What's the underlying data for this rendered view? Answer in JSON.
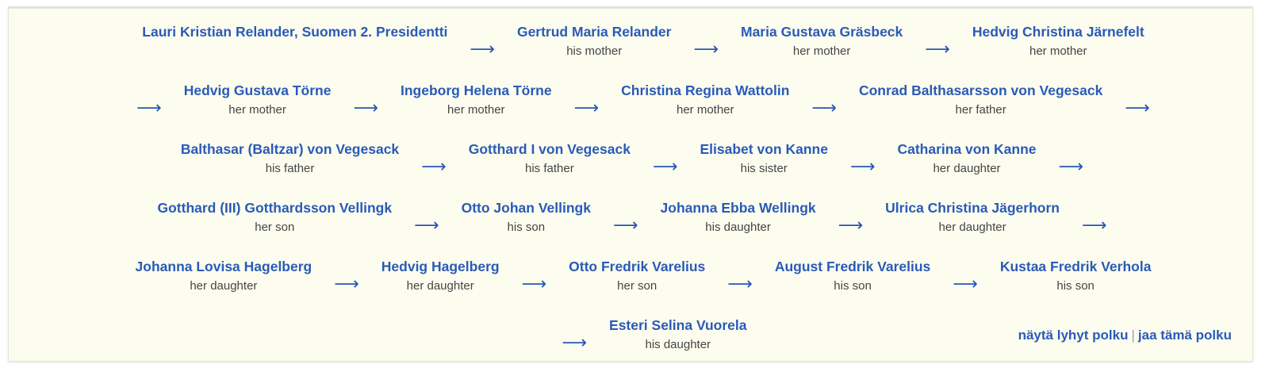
{
  "path": [
    {
      "name": "Lauri Kristian Relander, Suomen 2. Presidentti",
      "relation": ""
    },
    {
      "name": "Gertrud Maria Relander",
      "relation": "his mother"
    },
    {
      "name": "Maria Gustava Gräsbeck",
      "relation": "her mother"
    },
    {
      "name": "Hedvig Christina Järnefelt",
      "relation": "her mother"
    },
    {
      "name": "Hedvig Gustava Törne",
      "relation": "her mother"
    },
    {
      "name": "Ingeborg Helena Törne",
      "relation": "her mother"
    },
    {
      "name": "Christina Regina Wattolin",
      "relation": "her mother"
    },
    {
      "name": "Conrad Balthasarsson von Vegesack",
      "relation": "her father"
    },
    {
      "name": "Balthasar (Baltzar) von Vegesack",
      "relation": "his father"
    },
    {
      "name": "Gotthard I von Vegesack",
      "relation": "his father"
    },
    {
      "name": "Elisabet von Kanne",
      "relation": "his sister"
    },
    {
      "name": "Catharina von Kanne",
      "relation": "her daughter"
    },
    {
      "name": "Gotthard (III) Gotthardsson Vellingk",
      "relation": "her son"
    },
    {
      "name": "Otto Johan Vellingk",
      "relation": "his son"
    },
    {
      "name": "Johanna Ebba Wellingk",
      "relation": "his daughter"
    },
    {
      "name": "Ulrica Christina Jägerhorn",
      "relation": "her daughter"
    },
    {
      "name": "Johanna Lovisa Hagelberg",
      "relation": "her daughter"
    },
    {
      "name": "Hedvig Hagelberg",
      "relation": "her daughter"
    },
    {
      "name": "Otto Fredrik Varelius",
      "relation": "her son"
    },
    {
      "name": "August Fredrik Varelius",
      "relation": "his son"
    },
    {
      "name": "Kustaa Fredrik Verhola",
      "relation": "his son"
    },
    {
      "name": "Esteri Selina Vuorela",
      "relation": "his daughter"
    }
  ],
  "arrow_glyph": "⟶",
  "footer": {
    "show_short_path": "näytä lyhyt polku",
    "separator": "|",
    "share_path": "jaa tämä polku"
  }
}
